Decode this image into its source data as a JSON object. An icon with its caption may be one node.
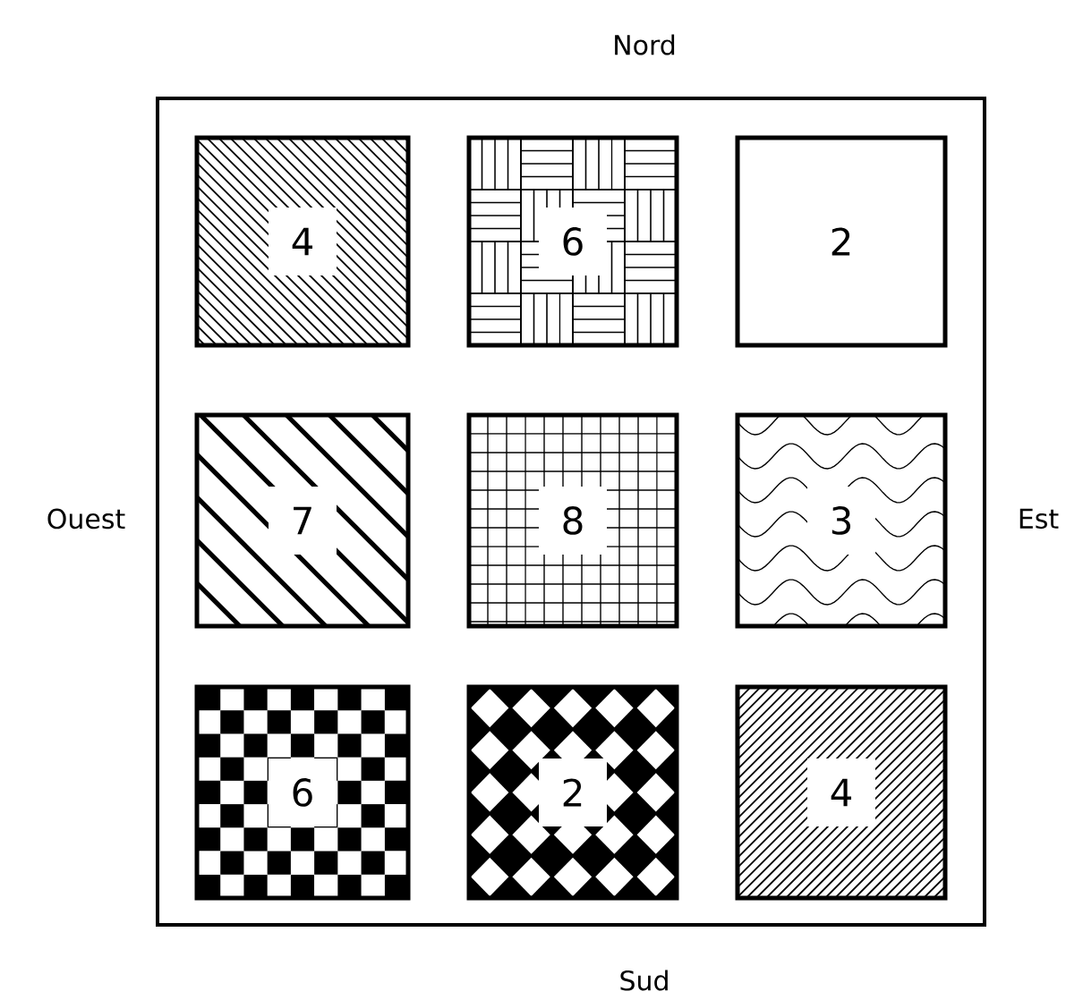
{
  "diagram": {
    "nodes": [
      {
        "text": [],
        "shape": "box"
      },
      {
        "text": [
          "4"
        ],
        "in": 0
      },
      {
        "text": [
          "6"
        ],
        "in": 0
      },
      {
        "text": [
          "2"
        ],
        "in": 0
      },
      {
        "text": [
          "7"
        ],
        "in": 0
      },
      {
        "text": [
          "8"
        ],
        "in": 0
      },
      {
        "text": [
          "3"
        ],
        "in": 0
      },
      {
        "text": [
          "6"
        ],
        "in": 0
      },
      {
        "text": [
          "2"
        ],
        "in": 0
      },
      {
        "text": [
          "4"
        ],
        "in": 0
      }
    ],
    "labels": [
      "Nord",
      "Ouest",
      "Est",
      "Sud"
    ]
  }
}
